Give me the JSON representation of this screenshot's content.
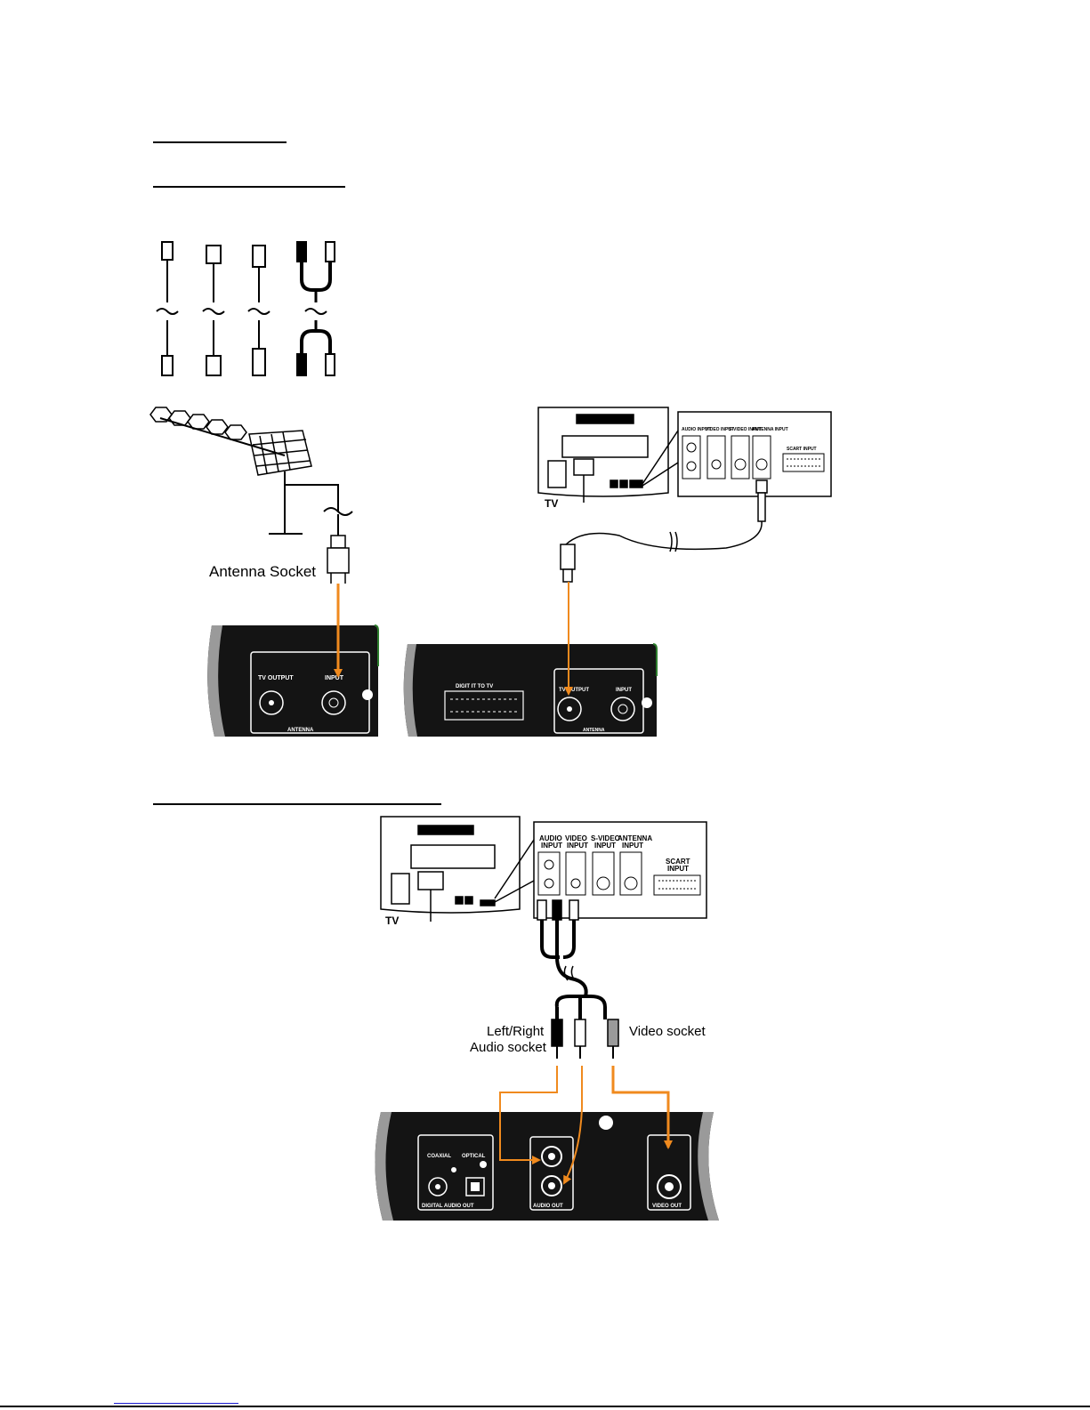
{
  "labels": {
    "antenna_socket": "Antenna Socket",
    "tv_top": "TV",
    "tv_bottom": "TV",
    "left_right_audio_socket_line1": "Left/Right",
    "left_right_audio_socket_line2": "Audio socket",
    "video_socket": "Video socket"
  },
  "tv_panel_top": {
    "audio_input": "AUDIO INPUT",
    "video_input": "VIDEO INPUT",
    "s_video_input": "S-VIDEO INPUT",
    "antenna_input": "ANTENNA INPUT",
    "scart_input": "SCART INPUT"
  },
  "tv_panel_bottom": {
    "audio_input_l1": "AUDIO",
    "audio_input_l2": "INPUT",
    "video_input_l1": "VIDEO",
    "video_input_l2": "INPUT",
    "s_video_input_l1": "S-VIDEO",
    "s_video_input_l2": "INPUT",
    "antenna_input_l1": "ANTENNA",
    "antenna_input_l2": "INPUT",
    "scart_input_l1": "SCART",
    "scart_input_l2": "INPUT"
  },
  "device_panel_antenna": {
    "tv_output": "TV OUTPUT",
    "input": "INPUT",
    "antenna": "ANTENNA"
  },
  "device_panel_scart": {
    "scart_label": "DIGIT IT TO TV",
    "tv_output": "TV OUTPUT",
    "input": "INPUT",
    "antenna": "ANTENNA"
  },
  "device_panel_audio": {
    "coaxial": "COAXIAL",
    "optical": "OPTICAL",
    "digital_audio_out": "DIGITAL AUDIO OUT",
    "audio_out": "AUDIO OUT",
    "video_out": "VIDEO OUT"
  },
  "colors": {
    "arrow": "#f08a1e",
    "panel": "#141414",
    "panel_edge": "#9a9a9a",
    "accent_edge": "#2d7d2d"
  }
}
